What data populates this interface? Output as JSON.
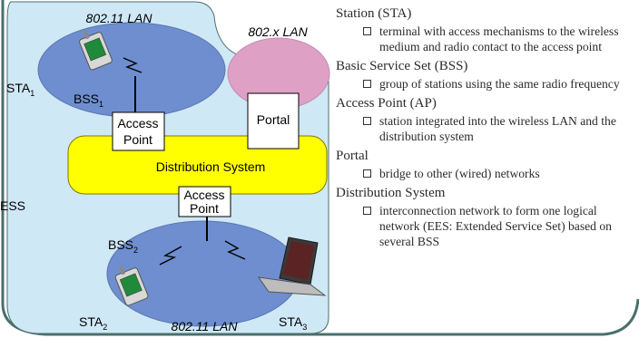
{
  "diagram": {
    "lan_top_label": "802.11 LAN",
    "lan_bottom_label": "802.11 LAN",
    "lan_other_label": "802.x LAN",
    "ess_label": "ESS",
    "sta1": {
      "base": "STA",
      "sub": "1"
    },
    "sta2": {
      "base": "STA",
      "sub": "2"
    },
    "sta3": {
      "base": "STA",
      "sub": "3"
    },
    "bss1": {
      "base": "BSS",
      "sub": "1"
    },
    "bss2": {
      "base": "BSS",
      "sub": "2"
    },
    "ap_top": {
      "line1": "Access",
      "line2": "Point"
    },
    "ap_bottom": {
      "line1": "Access",
      "line2": "Point"
    },
    "portal_label": "Portal",
    "distribution_system_label": "Distribution System"
  },
  "legend": [
    {
      "term": "Station (STA)",
      "desc": "terminal with access mechanisms to the wireless medium and radio contact to the access point"
    },
    {
      "term": "Basic Service Set (BSS)",
      "desc": "group of stations using the same radio frequency"
    },
    {
      "term": "Access Point (AP)",
      "desc": "station integrated into the wireless LAN and the distribution system"
    },
    {
      "term": "Portal",
      "desc": "bridge to other (wired) networks"
    },
    {
      "term": "Distribution System",
      "desc": "interconnection network to form one logical network (EES: Extended Service Set) based on several BSS"
    }
  ],
  "colors": {
    "ess_area": "#cfe8f6",
    "bss_ellipse": "#6e8ecf",
    "other_lan": "#dfa0c6",
    "distribution_system": "#ffff00",
    "frame_border": "#4a6f6c"
  }
}
